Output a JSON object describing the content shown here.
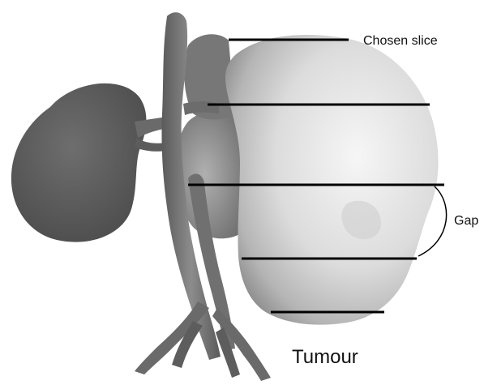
{
  "labels": {
    "chosen_slice": "Chosen slice",
    "gap": "Gap",
    "tumour": "Tumour"
  },
  "colors": {
    "organ_dark": "#5e5e5e",
    "organ_mid": "#8a8a8a",
    "tumour_light": "#e6e6e6",
    "slice_line": "#000000"
  }
}
